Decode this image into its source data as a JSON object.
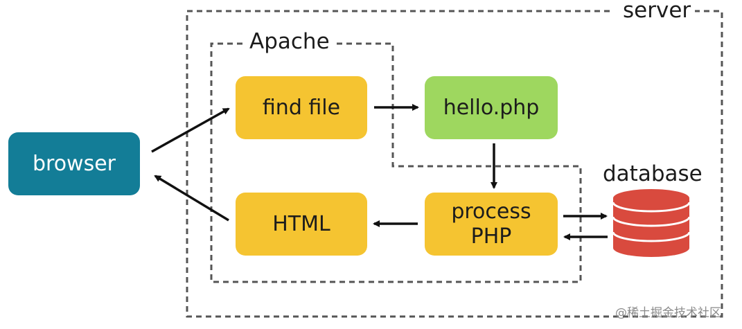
{
  "labels": {
    "server": "server",
    "apache": "Apache",
    "database": "database"
  },
  "nodes": {
    "browser": "browser",
    "find_file": "find file",
    "hello_php": "hello.php",
    "process_line1": "process",
    "process_line2": "PHP",
    "html": "HTML"
  },
  "watermark": "@稀土掘金技术社区",
  "colors": {
    "browser": "#137d97",
    "step": "#f5c431",
    "script": "#9ed75f",
    "database": "#d94a3e",
    "border": "#555555",
    "arrow": "#111111"
  },
  "icons": [
    "database-cylinder-icon",
    "arrow-icon"
  ]
}
